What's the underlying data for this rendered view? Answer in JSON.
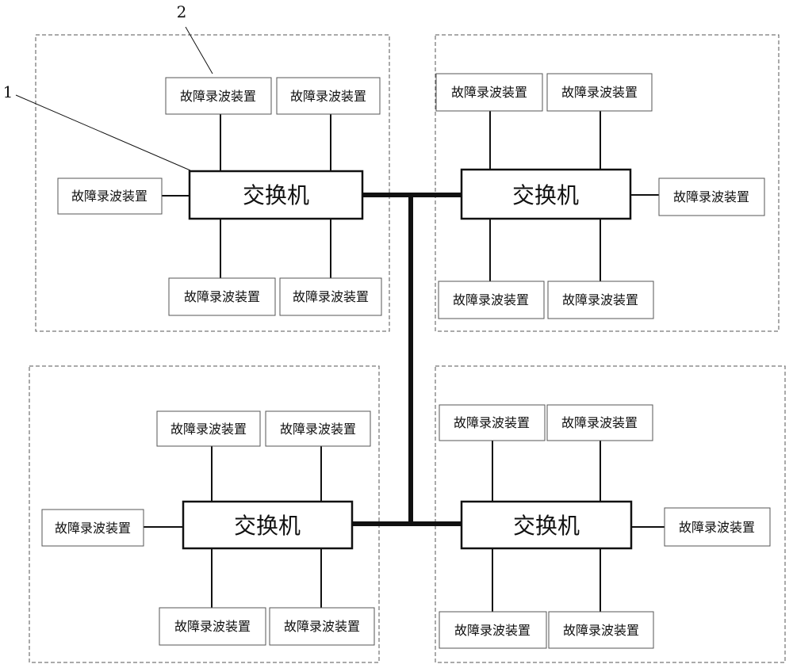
{
  "labels": {
    "callout_1": "1",
    "callout_2": "2",
    "switch": "交换机",
    "device": "故障录波装置"
  },
  "colors": {
    "line": "#111111",
    "background": "#ffffff"
  }
}
